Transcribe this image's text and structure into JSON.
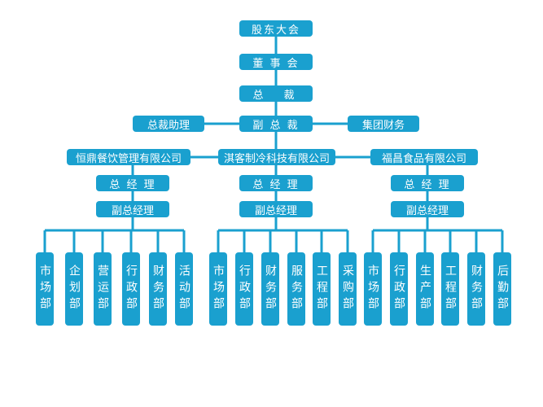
{
  "colors": {
    "box": "#1aa0cf",
    "line": "#1aa0cf",
    "text": "#ffffff"
  },
  "top": {
    "shareholders": "股东大会",
    "board": "董 事 会",
    "president": "总　裁",
    "vice_president": "副 总 裁",
    "assistant": "总裁助理",
    "group_finance": "集团财务"
  },
  "companies": [
    {
      "name": "恒鼎餐饮管理有限公司",
      "gm": "总 经 理",
      "vgm": "副总经理",
      "departments": [
        "市场部",
        "企划部",
        "营运部",
        "行政部",
        "财务部",
        "活动部"
      ]
    },
    {
      "name": "淇客制冷科技有限公司",
      "gm": "总 经 理",
      "vgm": "副总经理",
      "departments": [
        "市场部",
        "行政部",
        "财务部",
        "服务部",
        "工程部",
        "采购部"
      ]
    },
    {
      "name": "福昌食品有限公司",
      "gm": "总 经 理",
      "vgm": "副总经理",
      "departments": [
        "市场部",
        "行政部",
        "生产部",
        "工程部",
        "财务部",
        "后勤部"
      ]
    }
  ]
}
